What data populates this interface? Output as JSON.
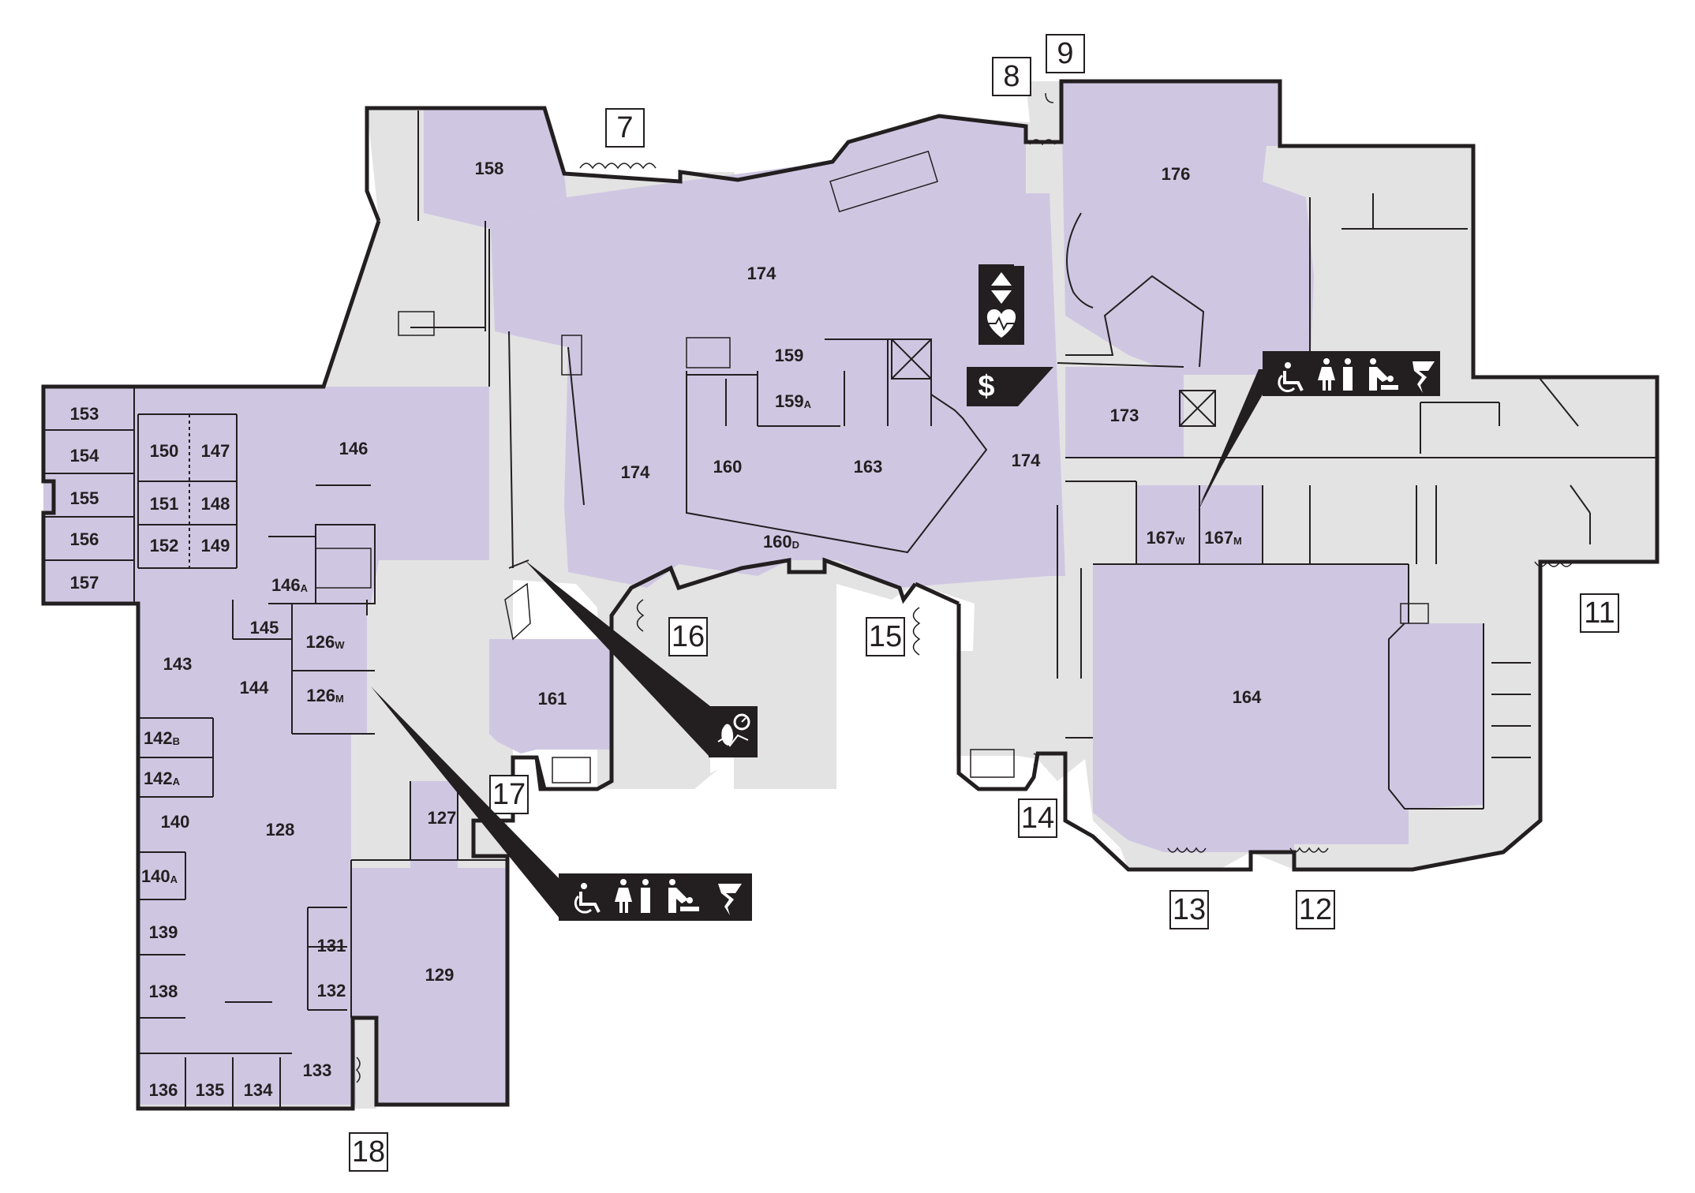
{
  "colors": {
    "occupied_room": "#cfc7e2",
    "corridor": "#e3e3e3",
    "wall": "#231f20",
    "icon_fill": "#231f20",
    "icon_glyph": "#ffffff"
  },
  "rooms": [
    {
      "id": "158",
      "label": "158"
    },
    {
      "id": "174a",
      "label": "174"
    },
    {
      "id": "174b",
      "label": "174"
    },
    {
      "id": "174c",
      "label": "174"
    },
    {
      "id": "176",
      "label": "176"
    },
    {
      "id": "159",
      "label": "159"
    },
    {
      "id": "159A",
      "label": "159",
      "sub": "A"
    },
    {
      "id": "160",
      "label": "160"
    },
    {
      "id": "163",
      "label": "163"
    },
    {
      "id": "160D",
      "label": "160",
      "sub": "D"
    },
    {
      "id": "173",
      "label": "173"
    },
    {
      "id": "167W",
      "label": "167",
      "sub": "W"
    },
    {
      "id": "167M",
      "label": "167",
      "sub": "M"
    },
    {
      "id": "164",
      "label": "164"
    },
    {
      "id": "161",
      "label": "161"
    },
    {
      "id": "153",
      "label": "153"
    },
    {
      "id": "154",
      "label": "154"
    },
    {
      "id": "155",
      "label": "155"
    },
    {
      "id": "156",
      "label": "156"
    },
    {
      "id": "157",
      "label": "157"
    },
    {
      "id": "150",
      "label": "150"
    },
    {
      "id": "147",
      "label": "147"
    },
    {
      "id": "146",
      "label": "146"
    },
    {
      "id": "151",
      "label": "151"
    },
    {
      "id": "148",
      "label": "148"
    },
    {
      "id": "152",
      "label": "152"
    },
    {
      "id": "149",
      "label": "149"
    },
    {
      "id": "146A",
      "label": "146",
      "sub": "A"
    },
    {
      "id": "145",
      "label": "145"
    },
    {
      "id": "126W",
      "label": "126",
      "sub": "W"
    },
    {
      "id": "126M",
      "label": "126",
      "sub": "M"
    },
    {
      "id": "143",
      "label": "143"
    },
    {
      "id": "144",
      "label": "144"
    },
    {
      "id": "142B",
      "label": "142",
      "sub": "B"
    },
    {
      "id": "142A",
      "label": "142",
      "sub": "A"
    },
    {
      "id": "140",
      "label": "140"
    },
    {
      "id": "128",
      "label": "128"
    },
    {
      "id": "127",
      "label": "127"
    },
    {
      "id": "140A",
      "label": "140",
      "sub": "A"
    },
    {
      "id": "139",
      "label": "139"
    },
    {
      "id": "131",
      "label": "131"
    },
    {
      "id": "129",
      "label": "129"
    },
    {
      "id": "132",
      "label": "132"
    },
    {
      "id": "138",
      "label": "138"
    },
    {
      "id": "133",
      "label": "133"
    },
    {
      "id": "136",
      "label": "136"
    },
    {
      "id": "135",
      "label": "135"
    },
    {
      "id": "134",
      "label": "134"
    }
  ],
  "entrances": [
    {
      "id": "7",
      "label": "7"
    },
    {
      "id": "8",
      "label": "8"
    },
    {
      "id": "9",
      "label": "9"
    },
    {
      "id": "11",
      "label": "11"
    },
    {
      "id": "12",
      "label": "12"
    },
    {
      "id": "13",
      "label": "13"
    },
    {
      "id": "14",
      "label": "14"
    },
    {
      "id": "15",
      "label": "15"
    },
    {
      "id": "16",
      "label": "16"
    },
    {
      "id": "17",
      "label": "17"
    },
    {
      "id": "18",
      "label": "18"
    }
  ],
  "amenity_callouts": [
    {
      "id": "elevator-aed",
      "icons": [
        "elevator-icon",
        "aed-heart-icon"
      ]
    },
    {
      "id": "atm",
      "icons": [
        "dollar-icon"
      ]
    },
    {
      "id": "restrooms-east",
      "icons": [
        "wheelchair-icon",
        "restroom-icon",
        "baby-changing-icon",
        "tornado-shelter-icon"
      ]
    },
    {
      "id": "restrooms-west",
      "icons": [
        "wheelchair-icon",
        "restroom-icon",
        "baby-changing-icon",
        "tornado-shelter-icon"
      ]
    },
    {
      "id": "water-fountain",
      "icons": [
        "water-bottle-filler-icon"
      ]
    }
  ]
}
